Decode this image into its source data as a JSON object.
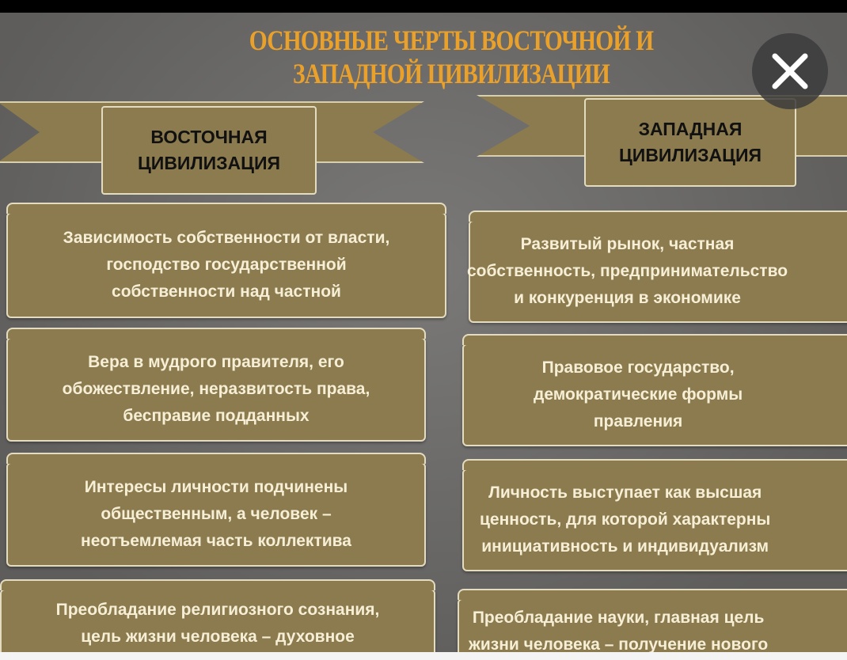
{
  "title": "ОСНОВНЫЕ ЧЕРТЫ ВОСТОЧНОЙ И\nЗАПАДНОЙ ЦИВИЛИЗАЦИИ",
  "east_header": "ВОСТОЧНАЯ\nЦИВИЛИЗАЦИЯ",
  "west_header": "ЗАПАДНАЯ\nЦИВИЛИЗАЦИЯ",
  "east": [
    "Зависимость собственности от власти,\nгосподство государственной\nсобственности над частной",
    "Вера в мудрого правителя, его\nобожествление, неразвитость права,\nбесправие подданных",
    "Интересы личности подчинены\nобщественным, а человек –\nнеотъемлемая часть коллектива",
    "Преобладание религиозного сознания,\nцель жизни человека – духовное"
  ],
  "west": [
    "Развитый рынок, частная\nсобственность, предпринимательство\nи конкуренция в экономике",
    "Правовое государство,\nдемократические формы\nправления",
    "Личность выступает как высшая\nценность, для которой характерны\nинициативность и индивидуализм",
    "Преобладание науки, главная цель\nжизни человека – получение нового"
  ],
  "close_icon": "close-icon"
}
